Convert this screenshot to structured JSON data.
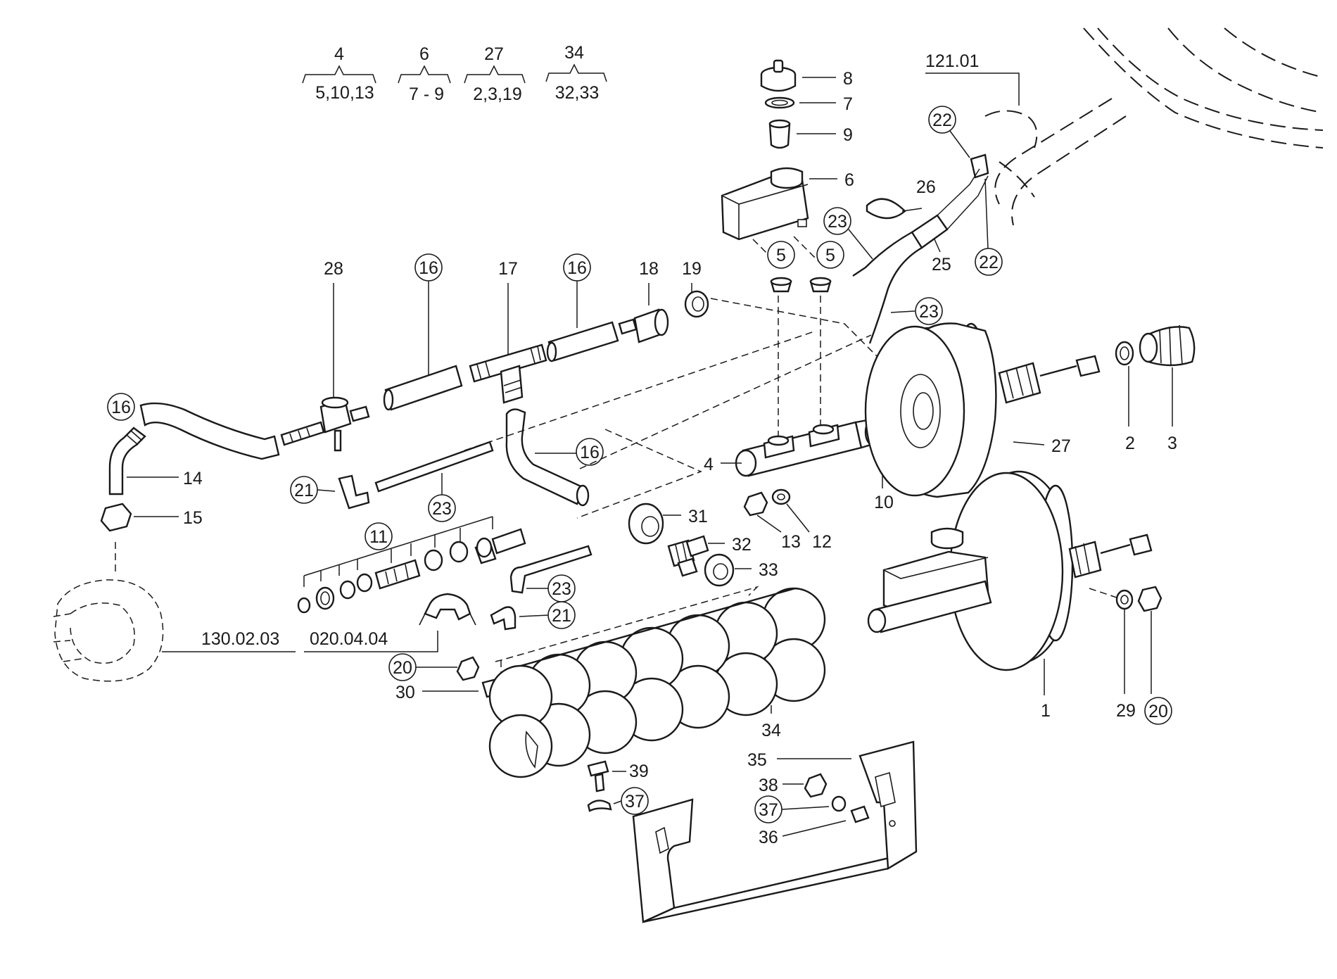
{
  "groups": [
    {
      "parent": "4",
      "children": "5,10,13"
    },
    {
      "parent": "6",
      "children": "7 - 9"
    },
    {
      "parent": "27",
      "children": "2,3,19"
    },
    {
      "parent": "34",
      "children": "32,33"
    }
  ],
  "refs": {
    "steering": "121.01",
    "pump": "130.02.03",
    "bracket": "020.04.04"
  },
  "labels": {
    "l1": "1",
    "l2": "2",
    "l3": "3",
    "l4": "4",
    "l5a": "5",
    "l5b": "5",
    "l6": "6",
    "l7": "7",
    "l8": "8",
    "l9": "9",
    "l10": "10",
    "l11": "11",
    "l12": "12",
    "l13": "13",
    "l14": "14",
    "l15": "15",
    "l16a": "16",
    "l16b": "16",
    "l16c": "16",
    "l16d": "16",
    "l17": "17",
    "l18": "18",
    "l19": "19",
    "l20a": "20",
    "l20b": "20",
    "l21a": "21",
    "l21b": "21",
    "l22a": "22",
    "l22b": "22",
    "l23a": "23",
    "l23b": "23",
    "l23c": "23",
    "l23d": "23",
    "l25": "25",
    "l26": "26",
    "l27": "27",
    "l28": "28",
    "l29": "29",
    "l30": "30",
    "l31": "31",
    "l32": "32",
    "l33": "33",
    "l34": "34",
    "l35": "35",
    "l36": "36",
    "l37a": "37",
    "l37b": "37",
    "l38": "38",
    "l39": "39"
  }
}
